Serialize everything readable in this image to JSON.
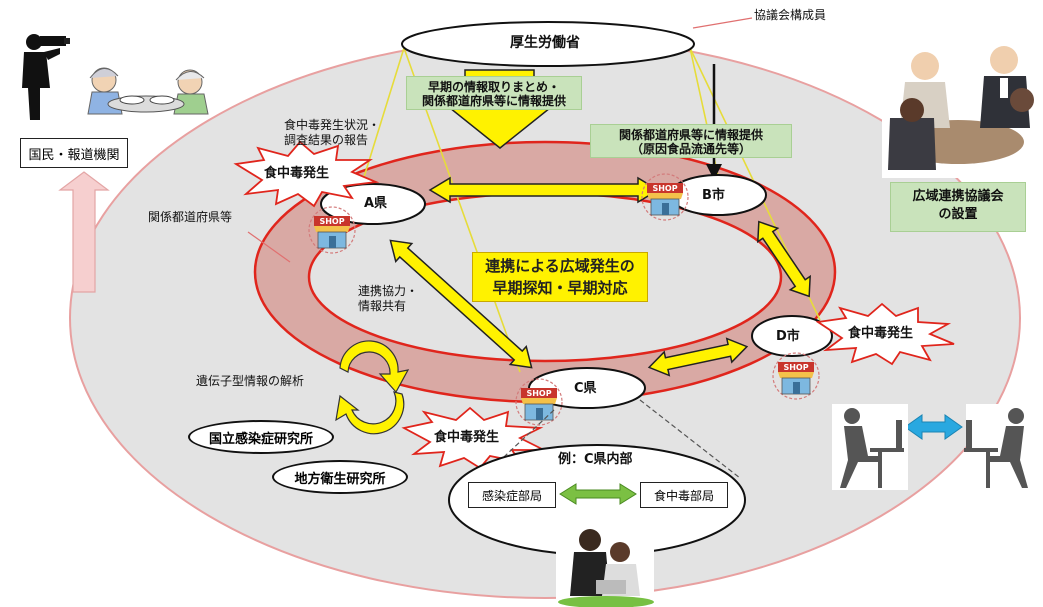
{
  "labels": {
    "council_member": "協議会構成員",
    "mhlw": "厚生労働省",
    "early_info": [
      "早期の情報取りまとめ・",
      "関係都道府県等に情報提供"
    ],
    "prefecture_info": [
      "関係都道府県等に情報提供",
      "（原因食品流通先等）"
    ],
    "report": [
      "食中毒発生状況・",
      "調査結果の報告"
    ],
    "public_media": "国民・報道機関",
    "related_prefectures": "関係都道府県等",
    "outbreak": "食中毒発生",
    "pref_a": "A県",
    "city_b": "B市",
    "city_d": "D市",
    "pref_c": "C県",
    "center_text": [
      "連携による広域発生の",
      "早期探知・早期対応"
    ],
    "cooperation": [
      "連携協力・",
      "情報共有"
    ],
    "genotype": "遺伝子型情報の解析",
    "niid": "国立感染症研究所",
    "local_health": "地方衛生研究所",
    "example_c": "例：C県内部",
    "infection_dept": "感染症部局",
    "foodpoison_dept": "食中毒部局",
    "council_setup": [
      "広域連携協議会",
      "の設置"
    ],
    "shop": "SHOP"
  },
  "colors": {
    "outer_ellipse_fill": "#e3e3e3",
    "outer_ellipse_stroke": "#e8a0a0",
    "ring_fill": "#d9a9a4",
    "ring_stroke": "#e0251c",
    "arrow_fill": "#fff200",
    "arrow_stroke": "#222222",
    "green_box": "#c9e3bb",
    "burst_stroke": "#e0251c"
  }
}
